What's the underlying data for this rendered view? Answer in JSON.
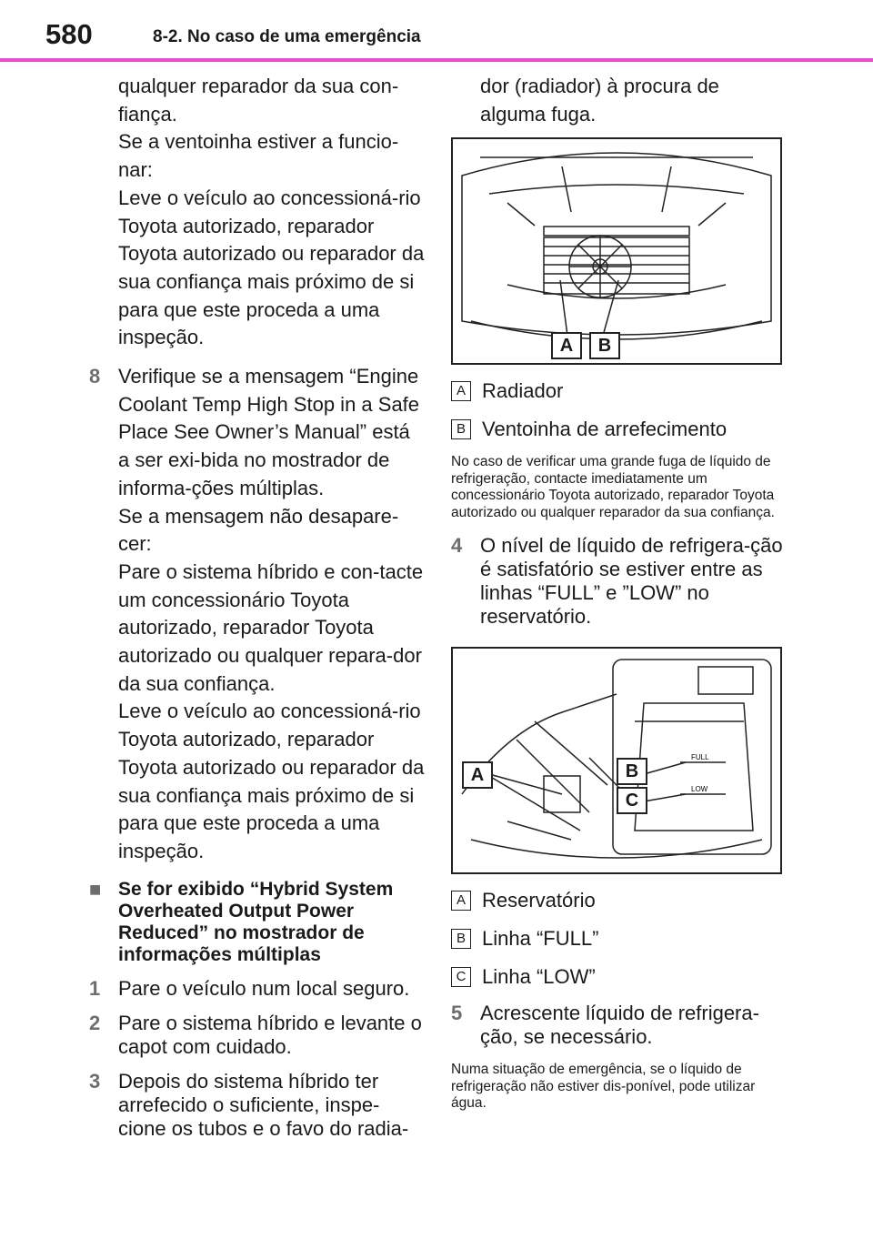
{
  "header": {
    "page_number": "580",
    "section_title": "8-2. No caso de uma emergência"
  },
  "left": {
    "cont1": "qualquer reparador da sua con-fiança.",
    "cont2": "Se a ventoinha estiver a funcio-nar:",
    "cont3": "Leve o veículo ao concessioná-rio Toyota autorizado, reparador Toyota autorizado ou reparador da sua confiança mais próximo de si para que este proceda a uma inspeção.",
    "step8_num": "8",
    "step8_text": "Verifique se a mensagem “Engine Coolant Temp High Stop in a Safe Place See Owner’s Manual” está a ser exi-bida no mostrador de informa-ções múltiplas.",
    "step8_sub1": "Se a mensagem não desapare-cer:",
    "step8_sub2": "Pare o sistema híbrido e con-tacte um concessionário Toyota autorizado, reparador Toyota autorizado ou qualquer repara-dor da sua confiança.",
    "step8_sub3": "Leve o veículo ao concessioná-rio Toyota autorizado, reparador Toyota autorizado ou reparador da sua confiança mais próximo de si para que este proceda a uma inspeção.",
    "bullet_heading": "Se for exibido “Hybrid System Overheated Output Power Reduced” no mostrador de informações múltiplas",
    "steps": [
      {
        "num": "1",
        "text": "Pare o veículo num local seguro."
      },
      {
        "num": "2",
        "text": "Pare o sistema híbrido e levante o capot com cuidado."
      },
      {
        "num": "3",
        "text": "Depois do sistema híbrido ter arrefecido o suficiente, inspe-cione os tubos e o favo do radia-"
      }
    ]
  },
  "right": {
    "cont": "dor (radiador) à procura de alguma fuga.",
    "figure1": {
      "callouts": [
        "A",
        "B"
      ],
      "legend": [
        {
          "key": "A",
          "text": "Radiador"
        },
        {
          "key": "B",
          "text": "Ventoinha de arrefecimento"
        }
      ]
    },
    "note1": "No caso de verificar uma grande fuga de líquido de refrigeração, contacte imediatamente um concessionário Toyota autorizado, reparador Toyota autorizado ou qualquer reparador da sua confiança.",
    "step4_num": "4",
    "step4_text": "O nível de líquido de refrigera-ção é satisfatório se estiver entre as linhas “FULL” e ”LOW” no reservatório.",
    "figure2": {
      "callouts": [
        "A",
        "B",
        "C"
      ],
      "tank_labels": [
        "FULL",
        "LOW"
      ],
      "legend": [
        {
          "key": "A",
          "text": "Reservatório"
        },
        {
          "key": "B",
          "text": "Linha “FULL”"
        },
        {
          "key": "C",
          "text": "Linha “LOW”"
        }
      ]
    },
    "step5_num": "5",
    "step5_text": "Acrescente líquido de refrigera-ção, se necessário.",
    "note2": "Numa situação de emergência, se o líquido de refrigeração não estiver dis-ponível, pode utilizar água."
  },
  "colors": {
    "header_rule": "#e64fd4",
    "step_number": "#6d6d6d"
  }
}
